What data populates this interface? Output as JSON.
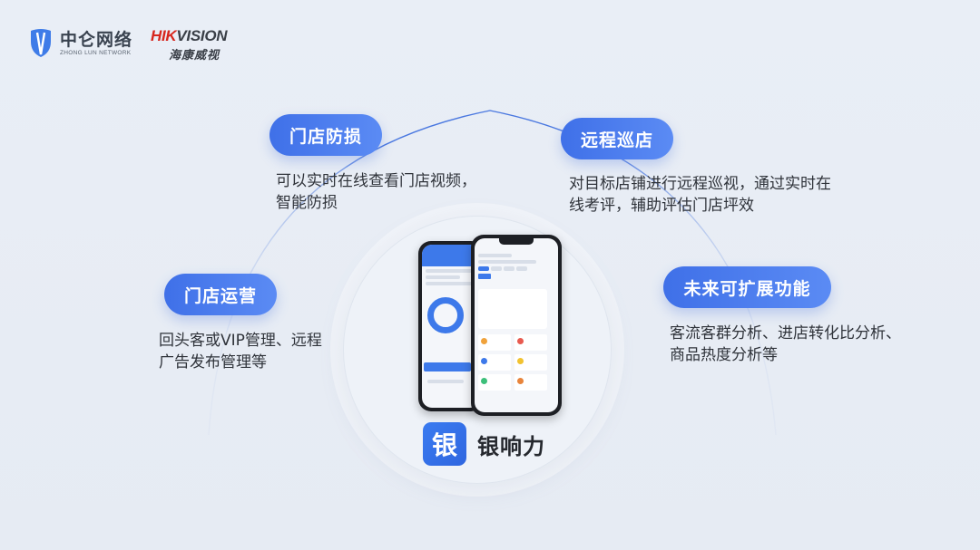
{
  "logos": {
    "zhonglun_cn": "中仑网络",
    "zhonglun_en": "ZHONG LUN NETWORK",
    "hik_en_red": "HIK",
    "hik_en_dark": "VISION",
    "hik_cn": "海康威视"
  },
  "features": [
    {
      "title": "门店防损",
      "desc_line1": "可以实时在线查看门店视频，",
      "desc_line2": "智能防损"
    },
    {
      "title": "远程巡店",
      "desc_line1": "对目标店铺进行远程巡视，通过实时在",
      "desc_line2": "线考评，辅助评估门店坪效"
    },
    {
      "title": "门店运营",
      "desc_line1": "回头客或VIP管理、远程",
      "desc_line2": "广告发布管理等"
    },
    {
      "title": "未来可扩展功能",
      "desc_line1": "客流客群分析、进店转化比分析、",
      "desc_line2": "商品热度分析等"
    }
  ],
  "brand": {
    "icon_char": "银",
    "name": "银响力"
  },
  "colors": {
    "accent": "#3f70e8",
    "hik_red": "#d7261d"
  }
}
